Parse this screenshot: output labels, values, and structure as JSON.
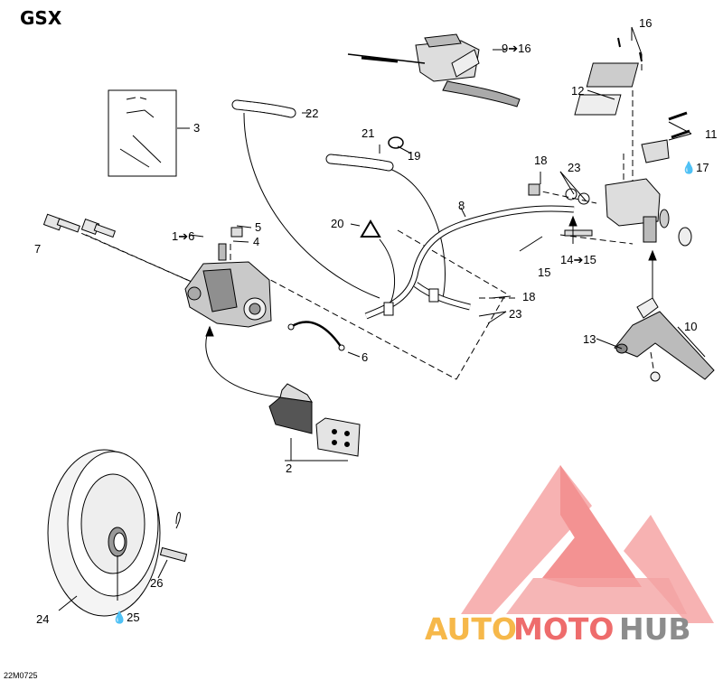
{
  "title": "GSX",
  "figure_code": "22M0725",
  "watermark": {
    "part1": "AUTO",
    "part2": "MOTO",
    "part3": "HUB",
    "colors": {
      "orange": "#f6b84a",
      "red": "#ee6c6c",
      "gray": "#8c8c8c",
      "logo": "#f06a6a"
    }
  },
  "callouts": [
    "1➔6",
    "2",
    "3",
    "4",
    "5",
    "6",
    "7",
    "8",
    "9➔16",
    "10",
    "11",
    "12",
    "13",
    "14➔15",
    "15",
    "16",
    "💧17",
    "18",
    "18",
    "19",
    "20",
    "21",
    "22",
    "23",
    "23",
    "24",
    "💧25",
    "26"
  ]
}
